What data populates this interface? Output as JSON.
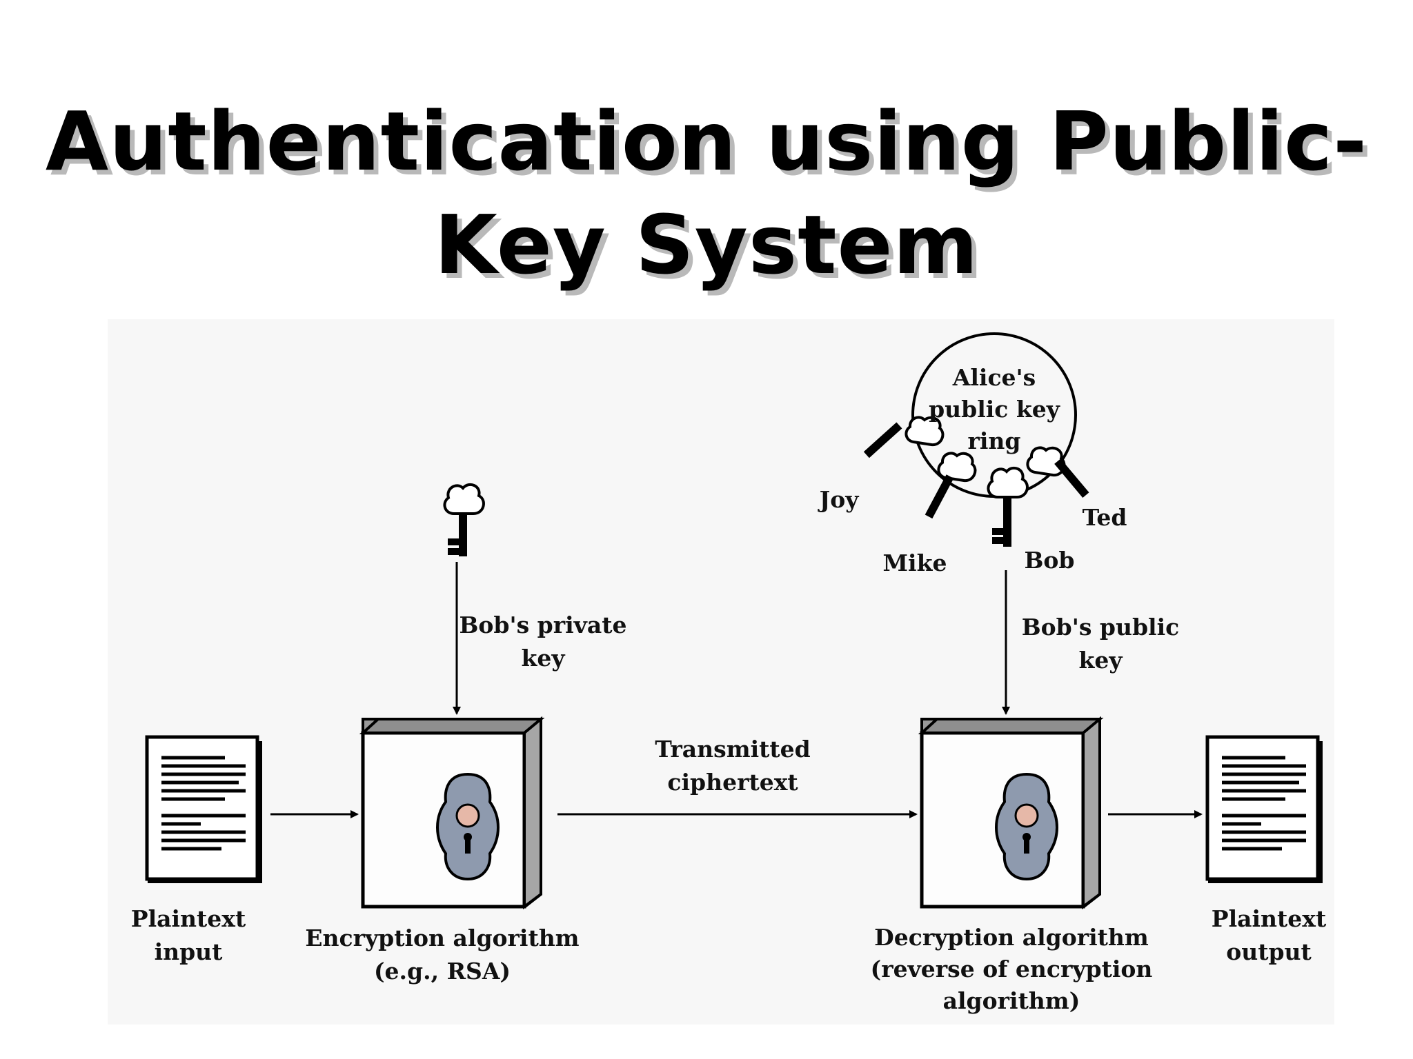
{
  "title": {
    "line1": "Authentication using Public-",
    "line2": "Key System"
  },
  "diagram": {
    "labels": {
      "private_key": "Bob's private\nkey",
      "public_key": "Bob's public\nkey",
      "key_ring": "Alice's\npublic key\nring",
      "joy": "Joy",
      "mike": "Mike",
      "bob": "Bob",
      "ted": "Ted",
      "transmitted": "Transmitted\nciphertext",
      "plaintext_input": "Plaintext\ninput",
      "plaintext_output": "Plaintext\noutput",
      "encryption": "Encryption algorithm\n(e.g., RSA)",
      "decryption": "Decryption algorithm\n(reverse of encryption\nalgorithm)"
    },
    "colors": {
      "background": "#f7f7f7",
      "box_shade": "#9a9a9a",
      "lock_plate": "#8e9aae",
      "lock_knob": "#e6b8a8"
    }
  }
}
